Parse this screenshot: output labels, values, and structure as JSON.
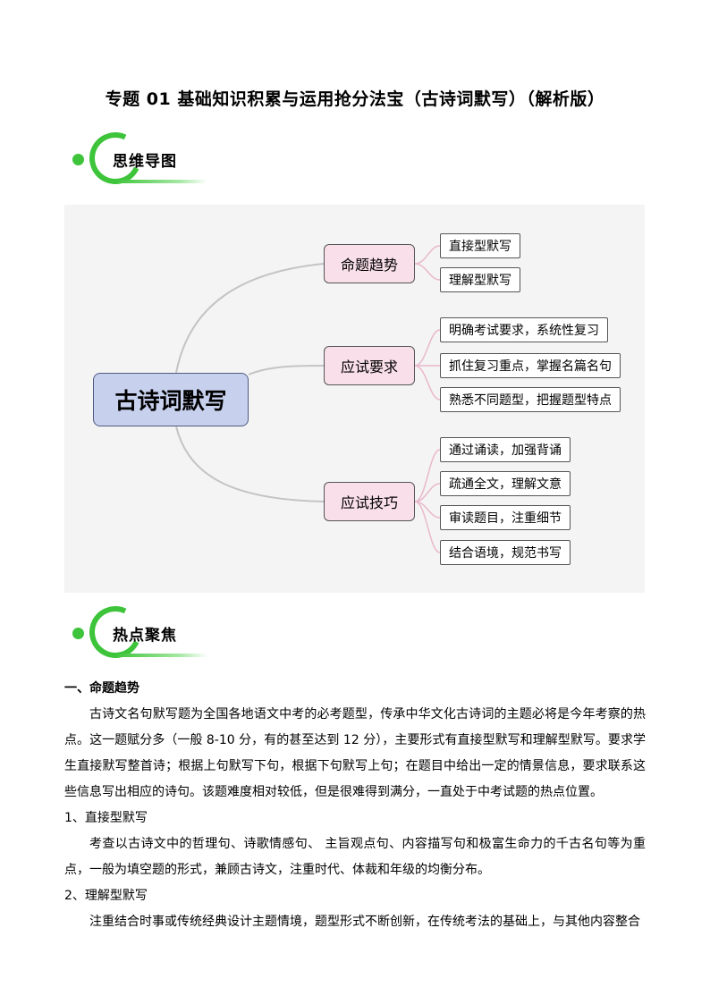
{
  "document": {
    "title": "专题 01 基础知识积累与运用抢分法宝（古诗词默写）（解析版）"
  },
  "sections": {
    "mindmap_label": "思维导图",
    "hotspot_label": "热点聚焦"
  },
  "mindmap": {
    "root": "古诗词默写",
    "branches": [
      {
        "label": "命题趋势",
        "leaves": [
          "直接型默写",
          "理解型默写"
        ]
      },
      {
        "label": "应试要求",
        "leaves": [
          "明确考试要求，系统性复习",
          "抓住复习重点，掌握名篇名句",
          "熟悉不同题型，把握题型特点"
        ]
      },
      {
        "label": "应试技巧",
        "leaves": [
          "通过诵读，加强背诵",
          "疏通全文，理解文意",
          "审读题目，注重细节",
          "结合语境，规范书写"
        ]
      }
    ]
  },
  "content": {
    "heading1": "一、命题趋势",
    "para1": "古诗文名句默写题为全国各地语文中考的必考题型，传承中华文化古诗词的主题必将是今年考察的热点。这一题赋分多（一般 8-10 分，有的甚至达到 12 分），主要形式有直接型默写和理解型默写。要求学生直接默写整首诗；根据上句默写下句，根据下句默写上句；在题目中给出一定的情景信息，要求联系这些信息写出相应的诗句。该题难度相对较低，但是很难得到满分，一直处于中考试题的热点位置。",
    "sub1": "1、直接型默写",
    "para2": "考查以古诗文中的哲理句、诗歌情感句、 主旨观点句、内容描写句和极富生命力的千古名句等为重点，一般为填空题的形式，兼顾古诗文，注重时代、体裁和年级的均衡分布。",
    "sub2": "2、理解型默写",
    "para3": "注重结合时事或传统经典设计主题情境，题型形式不断创新，在传统考法的基础上，与其他内容整合"
  },
  "colors": {
    "accent_green": "#3dc43a",
    "root_fill": "#c7d1ee",
    "branch_fill": "#f9dfe9",
    "mindmap_bg": "#f4f4f4"
  }
}
